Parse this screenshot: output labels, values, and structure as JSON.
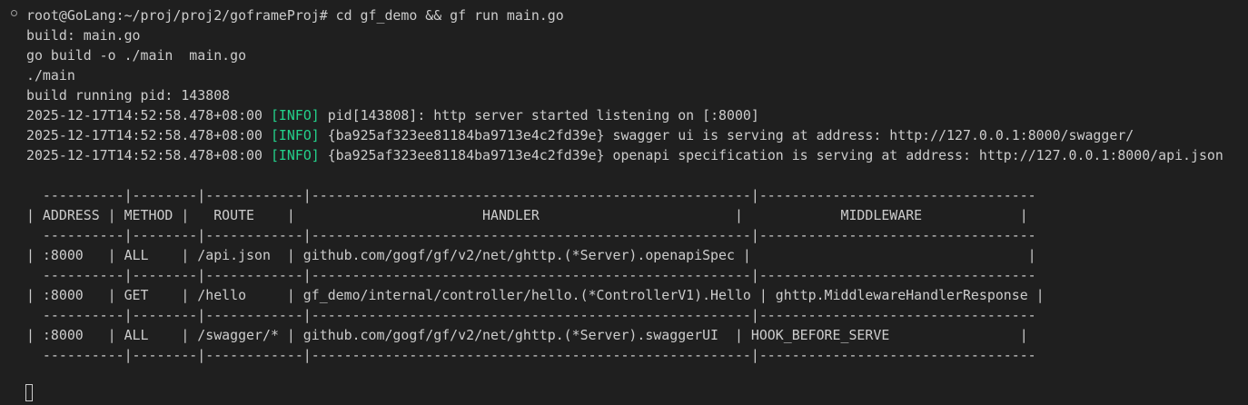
{
  "terminal": {
    "prompt": "root@GoLang:~/proj/proj2/goframeProj# cd gf_demo && gf run main.go",
    "output": [
      "build: main.go",
      "go build -o ./main  main.go",
      "./main",
      "build running pid: 143808"
    ],
    "logs": [
      {
        "ts": "2025-12-17T14:52:58.478+08:00",
        "level": "[INFO]",
        "msg": "pid[143808]: http server started listening on [:8000]"
      },
      {
        "ts": "2025-12-17T14:52:58.478+08:00",
        "level": "[INFO]",
        "msg": "{ba925af323ee81184ba9713e4c2fd39e} swagger ui is serving at address: http://127.0.0.1:8000/swagger/"
      },
      {
        "ts": "2025-12-17T14:52:58.478+08:00",
        "level": "[INFO]",
        "msg": "{ba925af323ee81184ba9713e4c2fd39e} openapi specification is serving at address: http://127.0.0.1:8000/api.json"
      }
    ],
    "table": {
      "separator": "  ----------|--------|------------|------------------------------------------------------|----------------------------------",
      "header": "| ADDRESS | METHOD |   ROUTE    |                       HANDLER                        |            MIDDLEWARE            |",
      "rows": [
        "| :8000   | ALL    | /api.json  | github.com/gogf/gf/v2/net/ghttp.(*Server).openapiSpec |                                  |",
        "| :8000   | GET    | /hello     | gf_demo/internal/controller/hello.(*ControllerV1).Hello | ghttp.MiddlewareHandlerResponse |",
        "| :8000   | ALL    | /swagger/* | github.com/gogf/gf/v2/net/ghttp.(*Server).swaggerUI  | HOOK_BEFORE_SERVE                |"
      ]
    }
  },
  "colors": {
    "background": "#1f1f1f",
    "foreground": "#cccccc",
    "info": "#23d18b"
  }
}
